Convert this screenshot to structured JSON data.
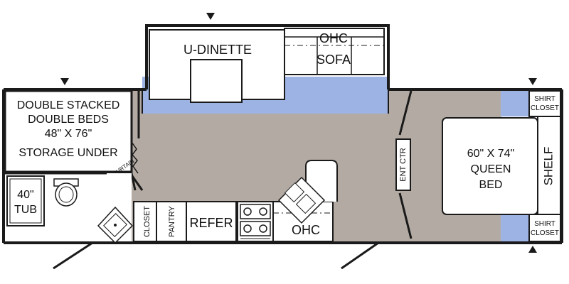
{
  "colors": {
    "floor": "#b3aba3",
    "slide_floor": "#9db3e3",
    "wall": "#1a1a1a",
    "furniture": "#ffffff",
    "background": "#ffffff"
  },
  "labels": {
    "dinette": "U-DINETTE",
    "ohc_top": "OHC",
    "sofa": "SOFA",
    "bunk_line1": "DOUBLE STACKED",
    "bunk_line2": "DOUBLE BEDS",
    "bunk_line3": "48\" X 76\"",
    "bunk_line4": "STORAGE UNDER",
    "curtain": "CURTAIN",
    "tub_line1": "40\"",
    "tub_line2": "TUB",
    "closet": "CLOSET",
    "pantry": "PANTRY",
    "refer": "REFER",
    "ohc_kitchen": "OHC",
    "ent_ctr": "ENT CTR",
    "bed_line1": "60\" X 74\"",
    "bed_line2": "QUEEN",
    "bed_line3": "BED",
    "shelf": "SHELF",
    "shirt_closet_top_1": "SHIRT",
    "shirt_closet_top_2": "CLOSET",
    "shirt_closet_bot_1": "SHIRT",
    "shirt_closet_bot_2": "CLOSET"
  },
  "icons": {
    "window_marker": "triangle-marker-icon",
    "toilet": "toilet-icon",
    "sink": "sink-icon",
    "stove": "stove-icon",
    "door": "door-icon"
  }
}
